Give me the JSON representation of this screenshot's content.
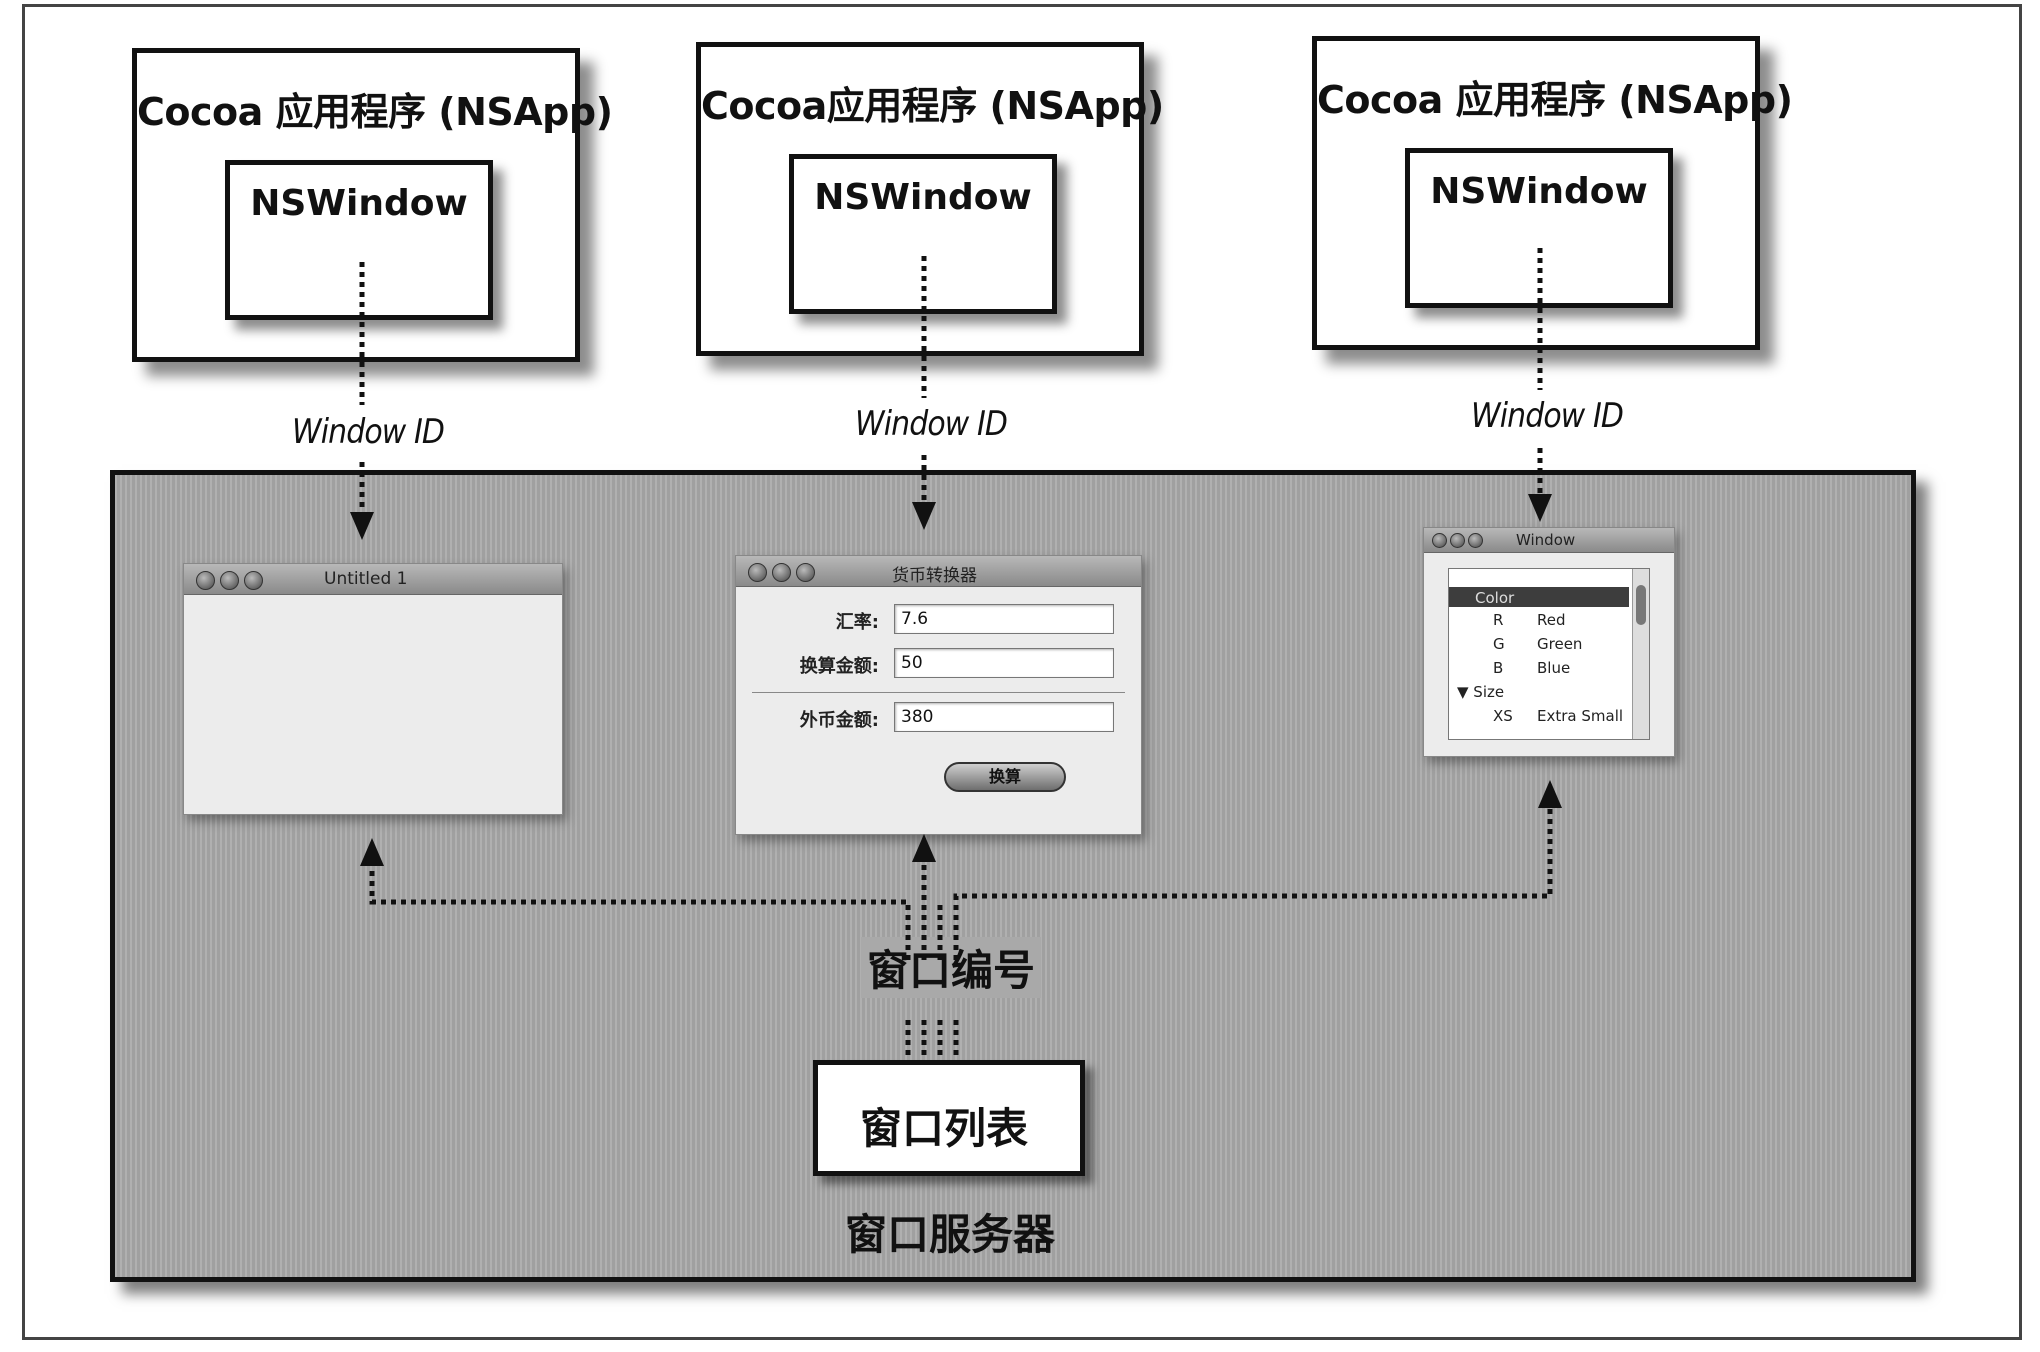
{
  "apps": [
    {
      "title": "Cocoa 应用程序 (NSApp)",
      "window_label": "NSWindow",
      "link_label": "Window ID"
    },
    {
      "title": "Cocoa应用程序 (NSApp)",
      "window_label": "NSWindow",
      "link_label": "Window ID"
    },
    {
      "title": "Cocoa 应用程序 (NSApp)",
      "window_label": "NSWindow",
      "link_label": "Window ID"
    }
  ],
  "screen_windows": {
    "untitled": {
      "title": "Untitled 1"
    },
    "converter": {
      "title": "货币转换器",
      "fields": [
        {
          "label": "汇率:",
          "value": "7.6"
        },
        {
          "label": "换算金额:",
          "value": "50"
        },
        {
          "label": "外币金额:",
          "value": "380"
        }
      ],
      "button_label": "换算"
    },
    "outline": {
      "title": "Window",
      "rows": [
        {
          "col1": "Color",
          "col2": "",
          "selected": true
        },
        {
          "col1": "R",
          "col2": "Red"
        },
        {
          "col1": "G",
          "col2": "Green"
        },
        {
          "col1": "B",
          "col2": "Blue"
        },
        {
          "col1": "▼ Size",
          "col2": ""
        },
        {
          "col1": "XS",
          "col2": "Extra Small"
        }
      ]
    }
  },
  "window_numbers_label": "窗口编号",
  "window_list_label": "窗口列表",
  "window_server_label": "窗口服务器",
  "colors": {
    "server_bg": "#a9a9a9",
    "border": "#111111",
    "selection": "#3d3d3d"
  }
}
